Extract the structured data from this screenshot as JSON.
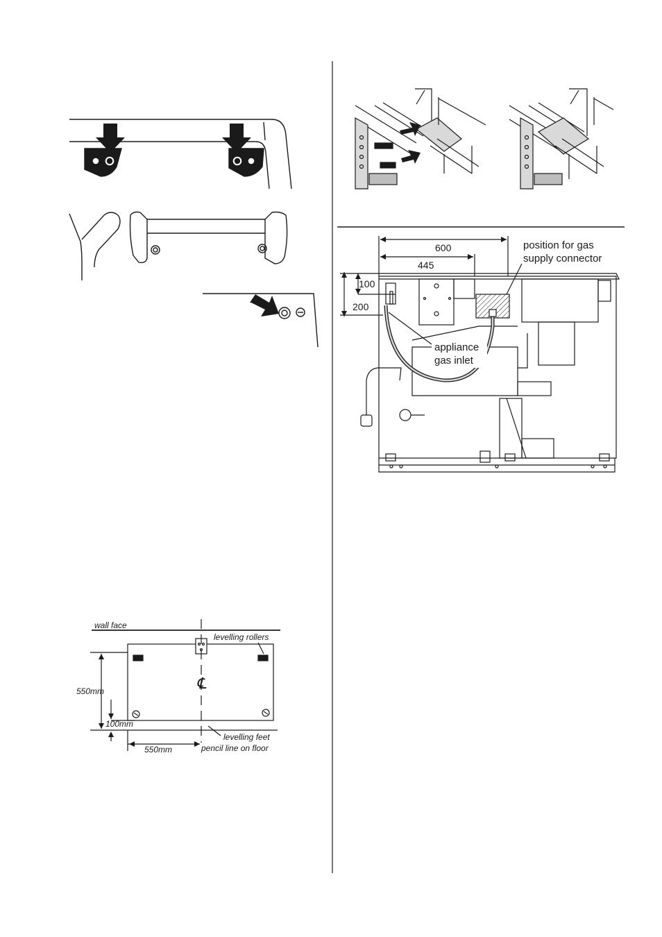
{
  "figures": {
    "gas_connection": {
      "dimensions": {
        "width_600": "600",
        "width_445": "445",
        "height_100": "100",
        "height_200": "200"
      },
      "callouts": {
        "gas_supply_line1": "position for gas",
        "gas_supply_line2": "supply connector",
        "gas_inlet_line1": "appliance",
        "gas_inlet_line2": "gas inlet"
      }
    },
    "floor_plan": {
      "wall_face": "wall face",
      "levelling_rollers": "levelling rollers",
      "dim_vertical": "550mm",
      "dim_offset": "100mm",
      "dim_horizontal": "550mm",
      "levelling_feet": "levelling feet",
      "pencil_line": "pencil line on floor",
      "centreline_symbol": "℄"
    }
  },
  "colors": {
    "ink": "#1a1a1a",
    "panel_grey": "#bdbdbd",
    "light_grey": "#d9d9d9"
  }
}
